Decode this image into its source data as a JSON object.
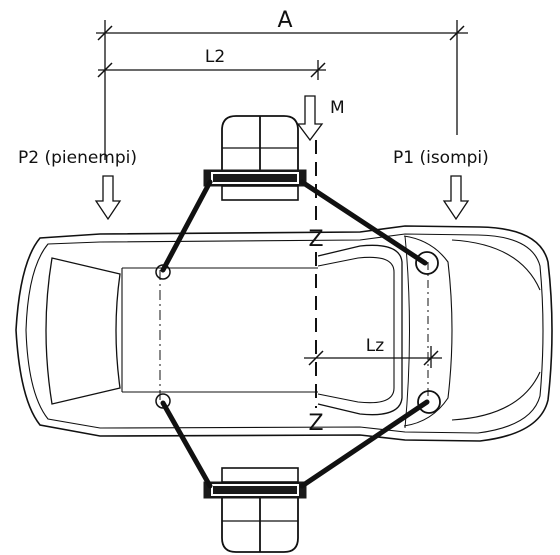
{
  "labels": {
    "dim_a": "A",
    "dim_l2": "L2",
    "load_m": "M",
    "load_p2": "P2 (pienempi)",
    "load_p1": "P1 (isompi)",
    "axis_z_top": "Z",
    "axis_z_bottom": "Z",
    "dim_lz": "Lz"
  },
  "colors": {
    "ink": "#111111",
    "background": "#ffffff"
  }
}
